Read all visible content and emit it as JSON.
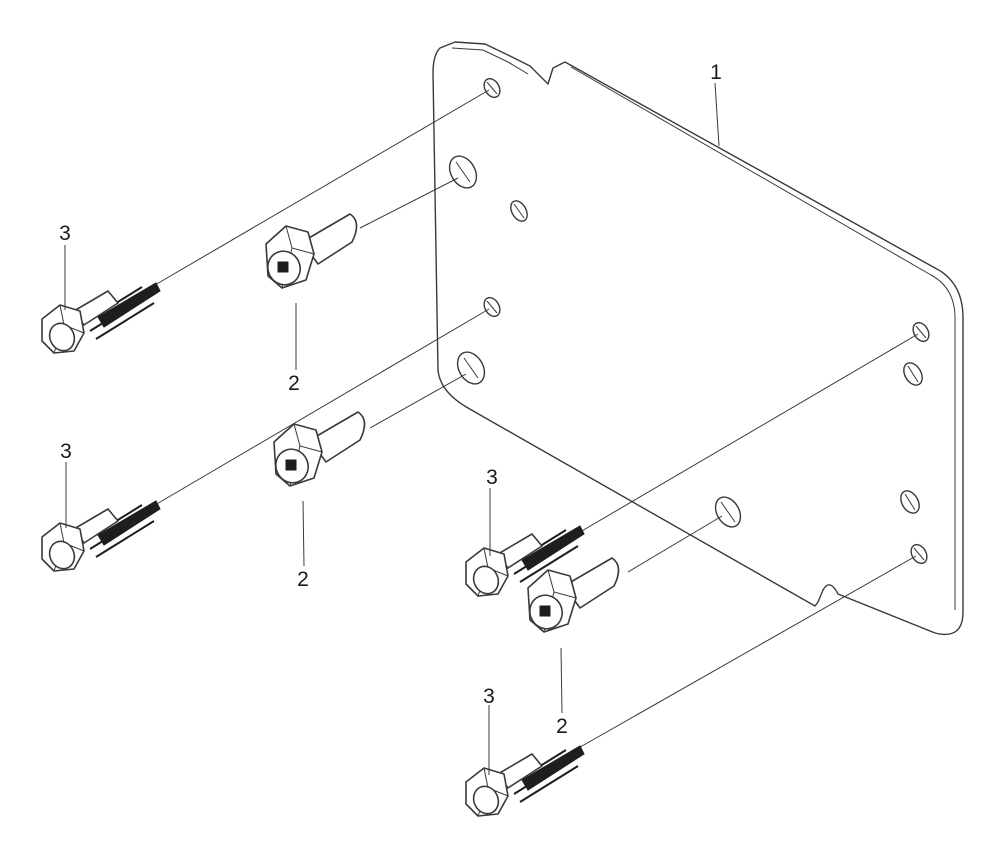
{
  "callouts": {
    "plate": "1",
    "shoulder_bolt": "2",
    "flange_bolt": "3"
  },
  "colors": {
    "line": "#3a3a3a",
    "fill_dark": "#1e1e1e",
    "background": "#ffffff"
  }
}
